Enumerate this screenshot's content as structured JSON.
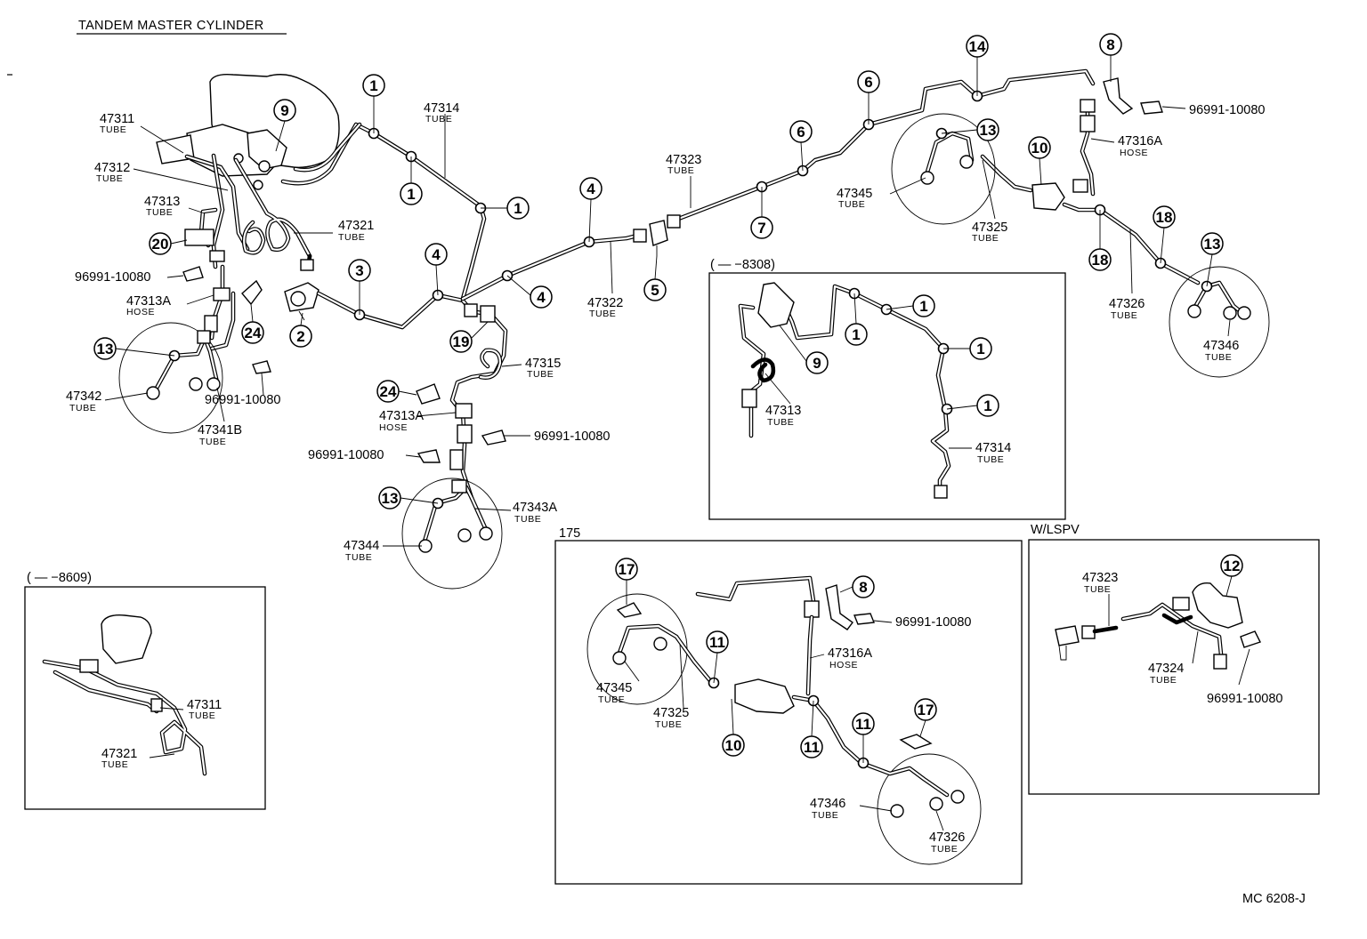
{
  "title": "TANDEM MASTER CYLINDER",
  "code": "MC 6208-J",
  "boxes": {
    "upto_8308": "( — −8308)",
    "upto_8609": "( — −8609)",
    "b175": "175",
    "wlspv": "W/LSPV"
  },
  "parts": {
    "p47311": {
      "num": "47311",
      "type": "TUBE"
    },
    "p47312": {
      "num": "47312",
      "type": "TUBE"
    },
    "p47313": {
      "num": "47313",
      "type": "TUBE"
    },
    "p47313A": {
      "num": "47313A",
      "type": "HOSE"
    },
    "p47314": {
      "num": "47314",
      "type": "TUBE"
    },
    "p47315": {
      "num": "47315",
      "type": "TUBE"
    },
    "p47316A": {
      "num": "47316A",
      "type": "HOSE"
    },
    "p47321": {
      "num": "47321",
      "type": "TUBE"
    },
    "p47322": {
      "num": "47322",
      "type": "TUBE"
    },
    "p47323": {
      "num": "47323",
      "type": "TUBE"
    },
    "p47324": {
      "num": "47324",
      "type": "TUBE"
    },
    "p47325": {
      "num": "47325",
      "type": "TUBE"
    },
    "p47326": {
      "num": "47326",
      "type": "TUBE"
    },
    "p47341B": {
      "num": "47341B",
      "type": "TUBE"
    },
    "p47342": {
      "num": "47342",
      "type": "TUBE"
    },
    "p47343A": {
      "num": "47343A",
      "type": "TUBE"
    },
    "p47344": {
      "num": "47344",
      "type": "TUBE"
    },
    "p47345": {
      "num": "47345",
      "type": "TUBE"
    },
    "p47346": {
      "num": "47346",
      "type": "TUBE"
    },
    "clip": "96991-10080"
  },
  "callouts": [
    "1",
    "2",
    "3",
    "4",
    "5",
    "6",
    "7",
    "8",
    "9",
    "10",
    "11",
    "12",
    "13",
    "14",
    "17",
    "18",
    "19",
    "20",
    "24"
  ]
}
